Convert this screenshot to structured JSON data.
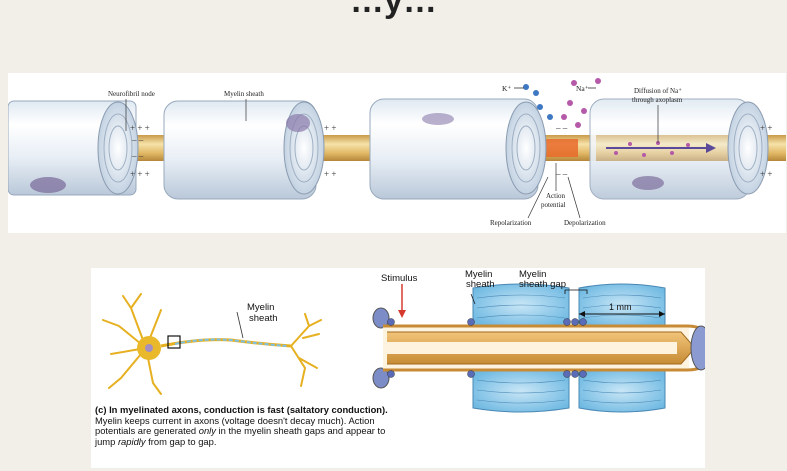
{
  "title": "…y…",
  "top_panel": {
    "labels": {
      "neurofibril_node": "Neurofibril node",
      "myelin_sheath": "Myelin sheath",
      "k_ion": "K⁺",
      "na_ion": "Na⁺",
      "diffusion_line1": "Diffusion of Na⁺",
      "diffusion_line2": "through axoplasm",
      "action_line1": "Action",
      "action_line2": "potential",
      "repolarization": "Repolarization",
      "depolarization": "Depolarization"
    }
  },
  "bottom_panel": {
    "labels": {
      "stimulus": "Stimulus",
      "myelin_sheath_line1": "Myelin",
      "myelin_sheath_line2": "sheath",
      "gap_line1": "Myelin",
      "gap_line2": "sheath gap",
      "distance": "1 mm",
      "neuron_myelin_line1": "Myelin",
      "neuron_myelin_line2": "sheath"
    },
    "caption": {
      "lead": "(c) In myelinated axons, conduction is fast (saltatory conduction).",
      "p1": " Myelin keeps current in axons (voltage doesn't decay much). Action potentials are generated ",
      "only": "only",
      "p2": " in the myelin sheath gaps and appear to jump ",
      "rapidly": "rapidly",
      "p3": " from gap to gap."
    }
  },
  "colors": {
    "background": "#f1efe7",
    "axon": "#e3c27a",
    "sheath": "#b7cfe6",
    "sheath_blue": "#7cc0e6",
    "potassium": "#3f78c2",
    "sodium": "#b45aa8",
    "stimulus": "#d63a2f",
    "neuron": "#e9b92b"
  }
}
